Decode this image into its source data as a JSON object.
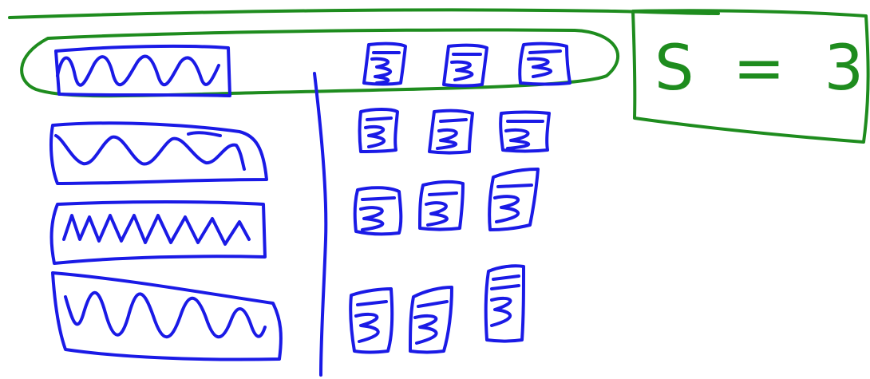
{
  "colors": {
    "ink_blue": "#1a1ae6",
    "ink_green": "#1e8c1e",
    "background": "#ffffff"
  },
  "annotation": {
    "formula": "S = 3"
  },
  "waveforms": {
    "count": 4,
    "first_highlighted": true
  },
  "sample_grid": {
    "rows": 4,
    "columns": 3,
    "first_row_highlighted": true
  }
}
